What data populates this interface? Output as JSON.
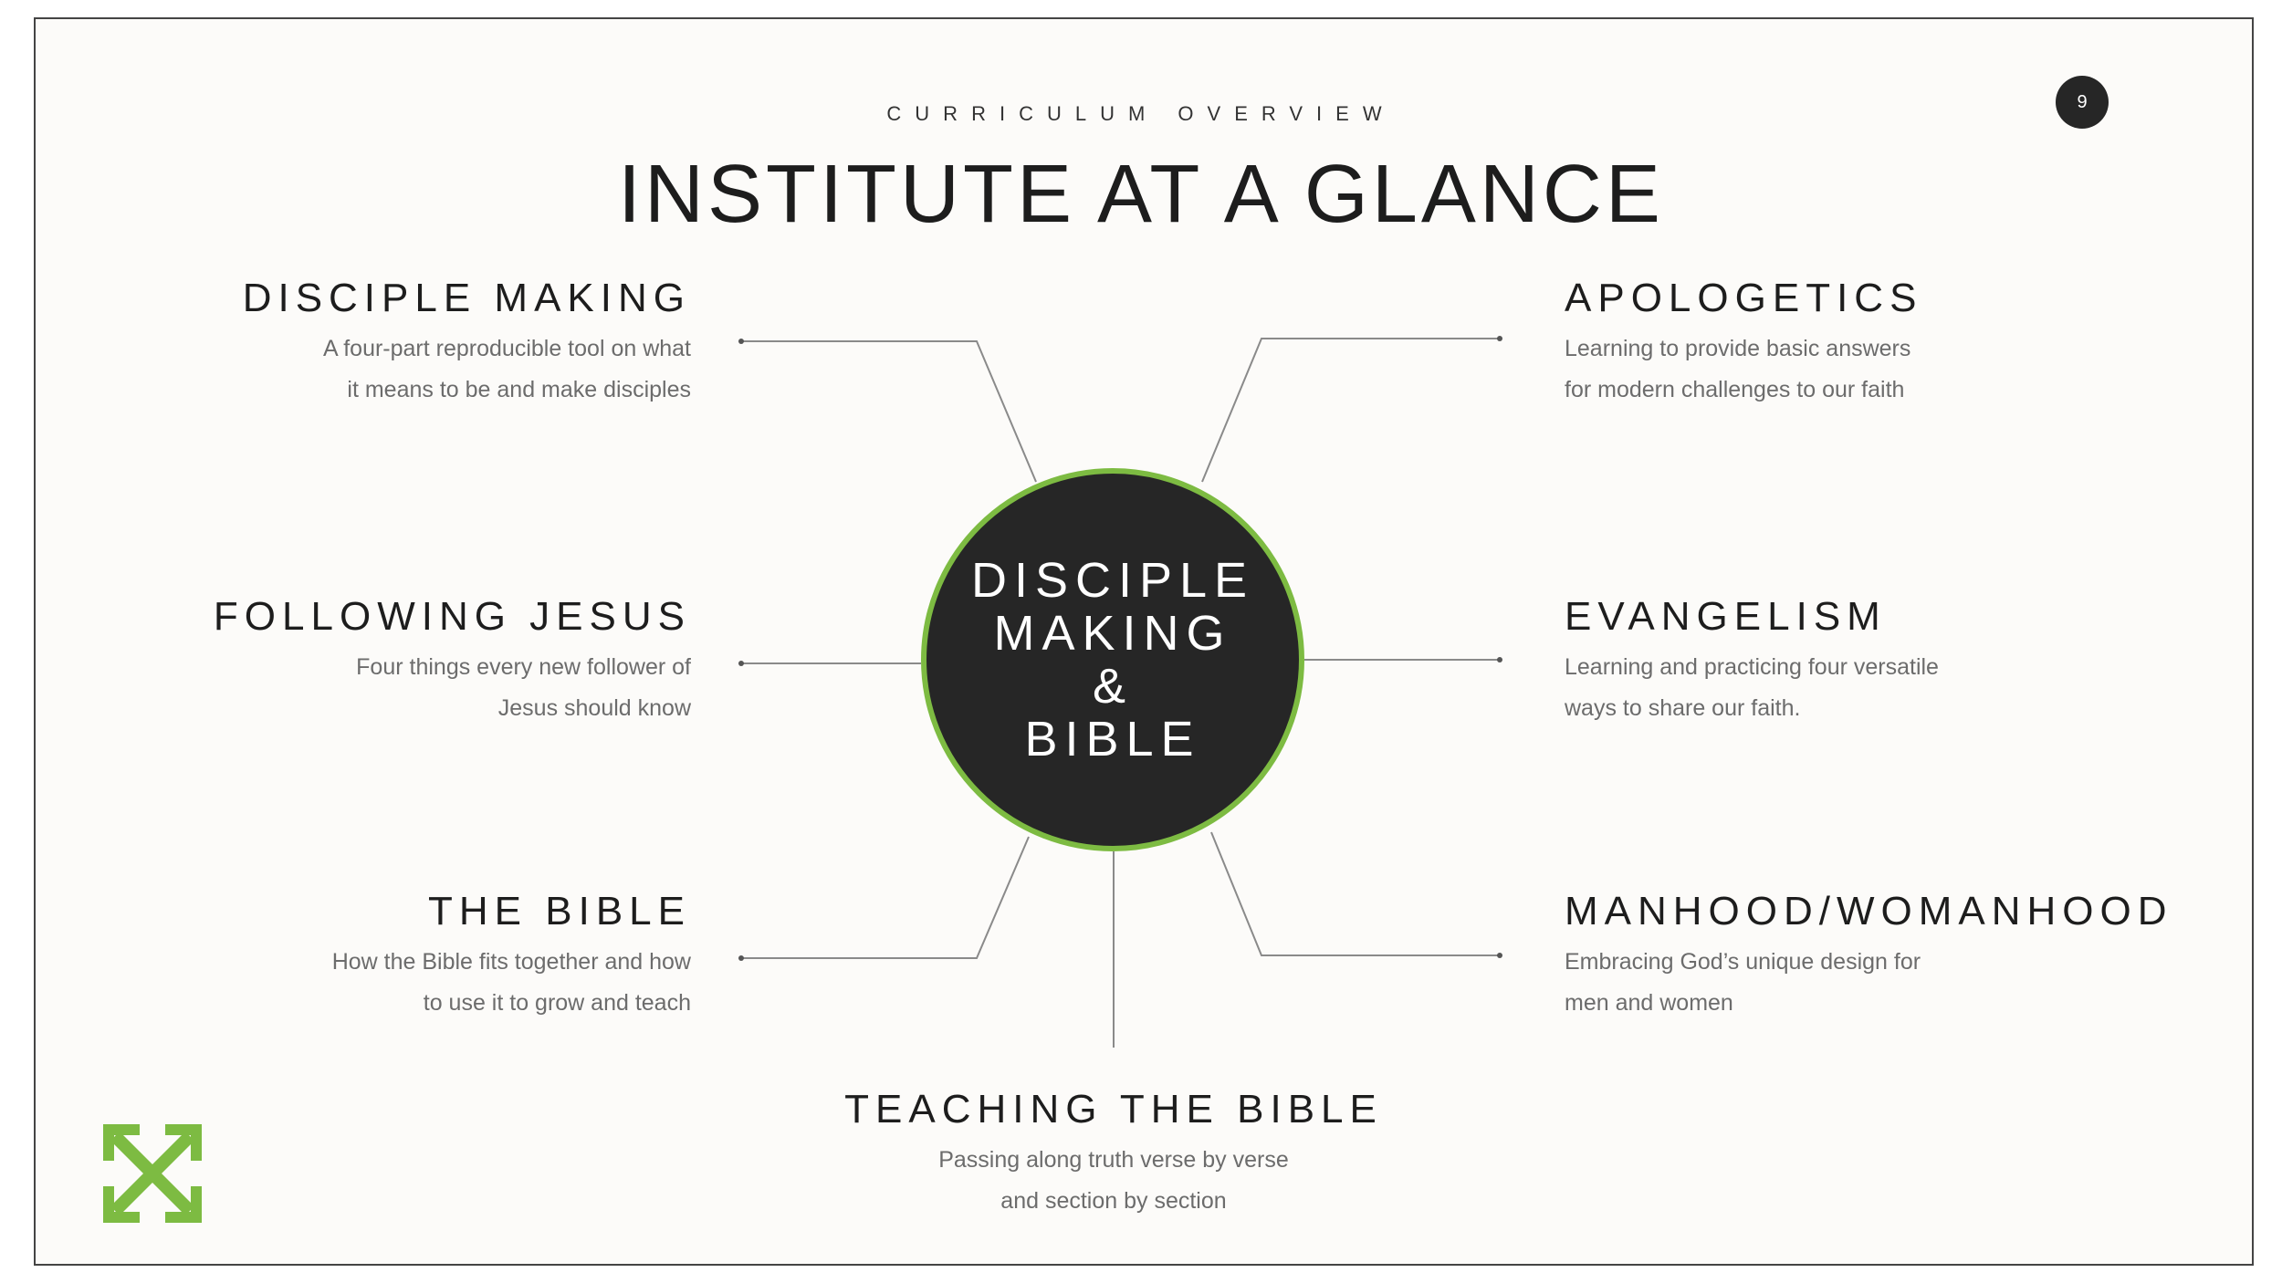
{
  "page": {
    "eyebrow": "CURRICULUM OVERVIEW",
    "title": "INSTITUTE AT A GLANCE",
    "page_number": "9"
  },
  "hub": {
    "line1": "DISCIPLE",
    "line2": "MAKING",
    "line3": "&",
    "line4": "BIBLE"
  },
  "topics": {
    "disciple_making": {
      "title": "DISCIPLE MAKING",
      "line1": "A four-part reproducible tool on what",
      "line2": "it means to be and make disciples"
    },
    "following_jesus": {
      "title": "FOLLOWING JESUS",
      "line1": "Four things every new follower of",
      "line2": "Jesus should know"
    },
    "the_bible": {
      "title": "THE BIBLE",
      "line1": "How the Bible fits together and how",
      "line2": "to use it to grow and teach"
    },
    "apologetics": {
      "title": "APOLOGETICS",
      "line1": "Learning to provide basic answers",
      "line2": "for modern challenges to our faith"
    },
    "evangelism": {
      "title": "EVANGELISM",
      "line1": "Learning and practicing four versatile",
      "line2": "ways to share our faith."
    },
    "manhood_womanhood": {
      "title": "MANHOOD/WOMANHOOD",
      "line1": "Embracing God’s unique design for",
      "line2": "men and women"
    },
    "teaching_the_bible": {
      "title": "TEACHING THE BIBLE",
      "line1": "Passing along truth verse by verse",
      "line2": "and section by section"
    }
  },
  "colors": {
    "accent_green": "#7dbb42",
    "hub_fill": "#262626",
    "connector": "#8a8a8a"
  },
  "logo": {
    "icon": "green-x-arrows-icon"
  }
}
